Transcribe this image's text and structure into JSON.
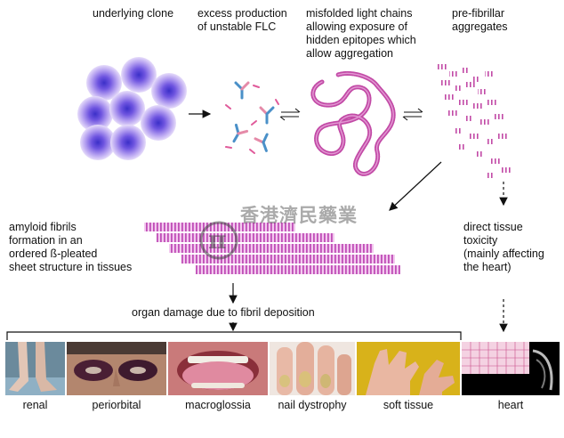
{
  "labels": {
    "underlying_clone": "underlying clone",
    "excess_production": "excess production\nof unstable FLC",
    "misfolded": "misfolded light chains\nallowing exposure of\nhidden epitopes which\nallow aggregation",
    "prefibrillar": "pre-fibrillar\naggregates",
    "amyloid_fibrils": "amyloid fibrils\nformation in an\nordered ß-pleated\nsheet structure in tissues",
    "direct_toxicity": "direct tissue\ntoxicity\n(mainly affecting\nthe heart)",
    "organ_damage": "organ damage due to fibril deposition"
  },
  "watermark": {
    "text": "香港濟民藥業",
    "symbol": "π"
  },
  "photos": [
    {
      "caption": "renal",
      "icon": "legs-edema-photo"
    },
    {
      "caption": "periorbital",
      "icon": "periorbital-purpura-photo"
    },
    {
      "caption": "macroglossia",
      "icon": "enlarged-tongue-photo"
    },
    {
      "caption": "nail dystrophy",
      "icon": "nail-dystrophy-photo"
    },
    {
      "caption": "soft tissue",
      "icon": "hands-soft-tissue-photo"
    },
    {
      "caption": "heart",
      "icon": "ecg-echo-photo"
    }
  ],
  "colors": {
    "clone_cell": "#7a52d8",
    "fibril_pink": "#d268c8",
    "aggregate_pink": "#c05aa8",
    "antibody_blue": "#4a90c8",
    "arrow": "#111111"
  }
}
